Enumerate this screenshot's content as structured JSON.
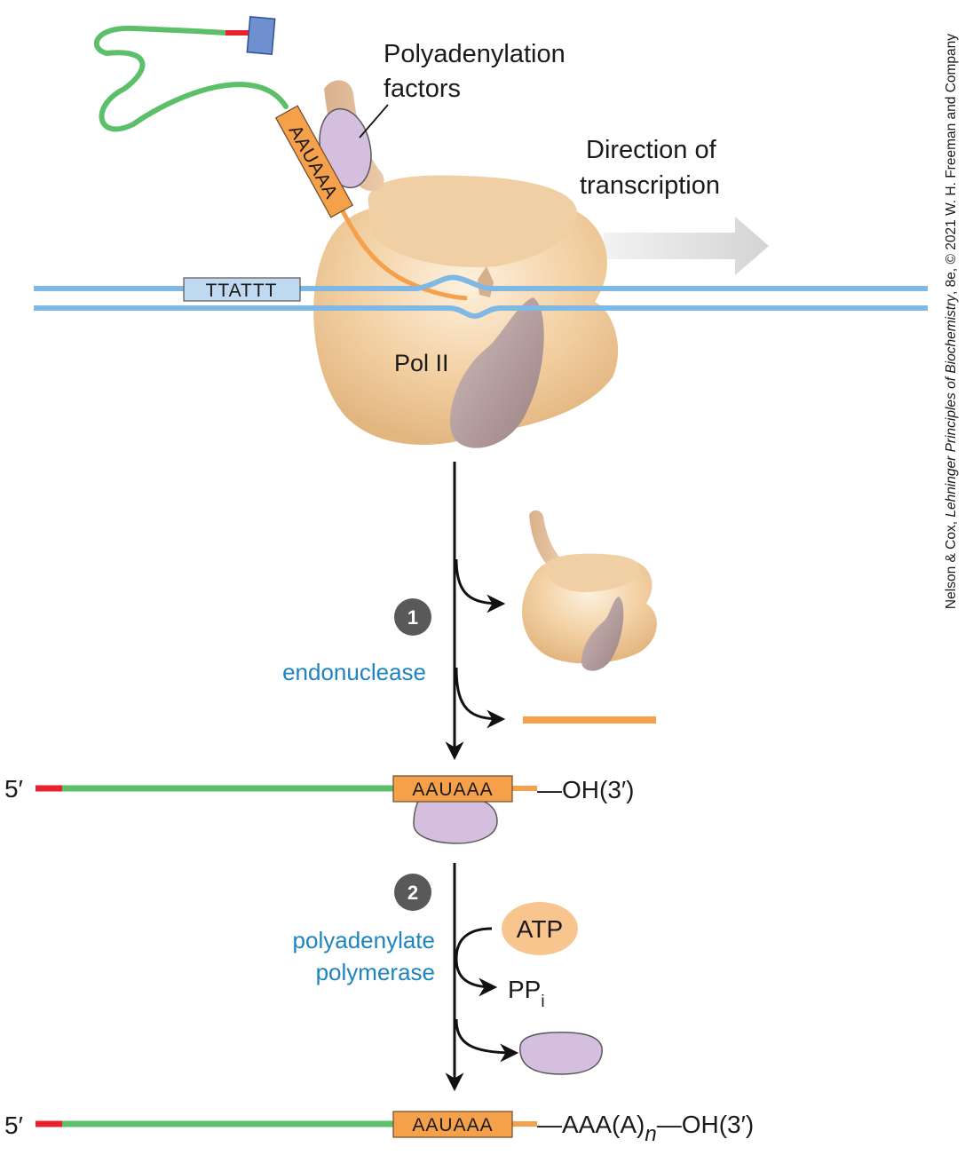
{
  "labels": {
    "polyadenylation_factors_line1": "Polyadenylation",
    "polyadenylation_factors_line2": "factors",
    "direction_line1": "Direction of",
    "direction_line2": "transcription",
    "dna_signal": "TTATTT",
    "rna_signal": "AAUAAA",
    "pol2": "Pol II",
    "step1_number": "1",
    "step1_enzyme": "endonuclease",
    "step2_number": "2",
    "step2_enzyme_line1": "polyadenylate",
    "step2_enzyme_line2": "polymerase",
    "atp": "ATP",
    "ppi_main": "PP",
    "ppi_sub": "i",
    "five_prime_1": "5′",
    "five_prime_2": "5′",
    "cleaved_end": "—OH(3′)",
    "polya_end_pre": "—AAA(A)",
    "polya_end_n": "n",
    "polya_end_post": "—OH(3′)"
  },
  "credit": {
    "part1": "Nelson & Cox, ",
    "italic": "Lehninger Principles of Biochemistry",
    "part2": ", 8e, © 2021 W. H. Freeman and Company"
  },
  "colors": {
    "rna_green": "#5cbf6a",
    "cap_red": "#e8212e",
    "cap_blue": "#6f8fcf",
    "signal_orange": "#f5a04a",
    "dna_blue": "#7fb8e3",
    "factor_purple": "#d5bfde",
    "pol_tan": "#f3cfa0",
    "atp_orange": "#f9c58f",
    "enzyme_blue": "#1d84c0",
    "step_circle": "#595959"
  },
  "icons": [
    "cap-square-icon",
    "direction-arrow-icon",
    "step-circle-icon"
  ]
}
